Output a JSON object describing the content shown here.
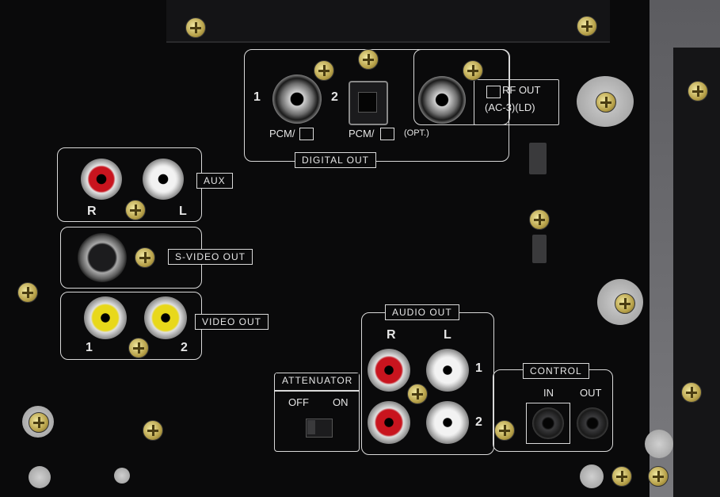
{
  "digital_out": {
    "title": "DIGITAL OUT",
    "jack1_number": "1",
    "jack2_number": "2",
    "coax_label": "PCM/",
    "opt_label": "PCM/",
    "opt_suffix": "(OPT.)",
    "rf_label": "RF OUT",
    "rf_sub": "(AC-3)(LD)"
  },
  "aux": {
    "title": "AUX",
    "right": "R",
    "left": "L"
  },
  "svideo": {
    "title": "S-VIDEO  OUT"
  },
  "video_out": {
    "title": "VIDEO OUT",
    "jack1": "1",
    "jack2": "2"
  },
  "audio_out": {
    "title": "AUDIO OUT",
    "right": "R",
    "left": "L",
    "row1": "1",
    "row2": "2"
  },
  "attenuator": {
    "title": "ATTENUATOR",
    "off": "OFF",
    "on": "ON"
  },
  "control": {
    "title": "CONTROL",
    "in": "IN",
    "out": "OUT"
  },
  "colors": {
    "panel": "#0a0a0b",
    "print": "#d9d9d9",
    "red_jack": "#c8141e",
    "white_jack": "#f2f2f2",
    "yellow_jack": "#e8d81a",
    "screw": "#d8c870"
  }
}
